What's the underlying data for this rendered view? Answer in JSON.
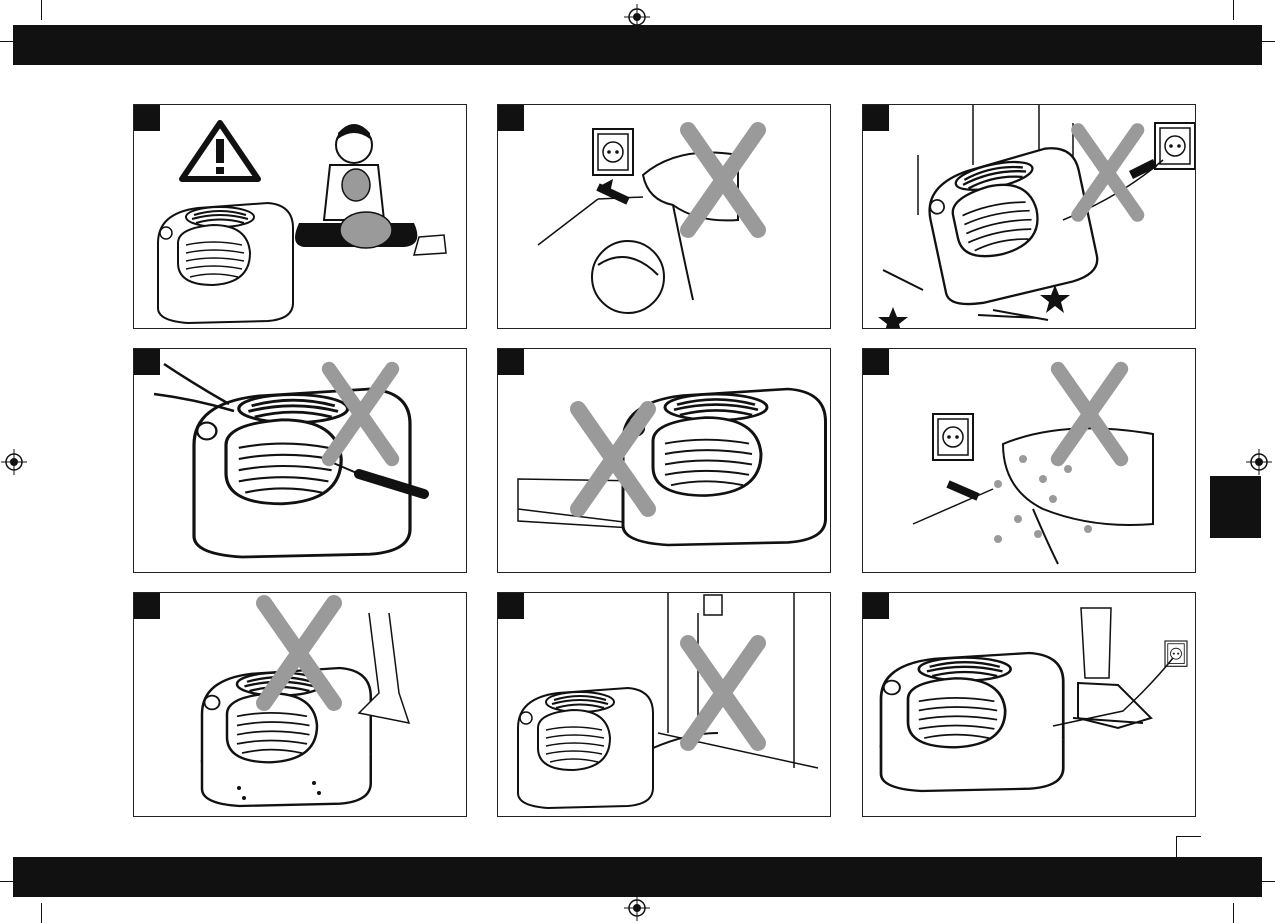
{
  "page": {
    "background": "#ffffff",
    "bar_color": "#111111",
    "cross_color": "#9a9a9a"
  },
  "panels": [
    {
      "id": 1,
      "icons": [
        "warning-triangle-icon",
        "humidifier",
        "child-with-dog"
      ]
    },
    {
      "id": 2,
      "icons": [
        "wall-socket",
        "hand-with-plug",
        "prohibition-cross-icon",
        "damaged-cord-detail"
      ]
    },
    {
      "id": 3,
      "icons": [
        "humidifier-falling",
        "wall-socket",
        "prohibition-cross-icon",
        "impact-stars"
      ]
    },
    {
      "id": 4,
      "icons": [
        "humidifier",
        "pliers",
        "screwdriver",
        "prohibition-cross-icon"
      ]
    },
    {
      "id": 5,
      "icons": [
        "humidifier-on-ledge",
        "prohibition-cross-icon"
      ]
    },
    {
      "id": 6,
      "icons": [
        "wall-socket",
        "wet-hand-with-plug",
        "water-drops",
        "prohibition-cross-icon"
      ]
    },
    {
      "id": 7,
      "icons": [
        "leaking-humidifier",
        "person-leg",
        "prohibition-cross-icon"
      ]
    },
    {
      "id": 8,
      "icons": [
        "humidifier-near-door",
        "door",
        "prohibition-cross-icon"
      ]
    },
    {
      "id": 9,
      "icons": [
        "humidifier",
        "cord-trip-hazard",
        "wall-socket",
        "person-leg"
      ]
    }
  ]
}
